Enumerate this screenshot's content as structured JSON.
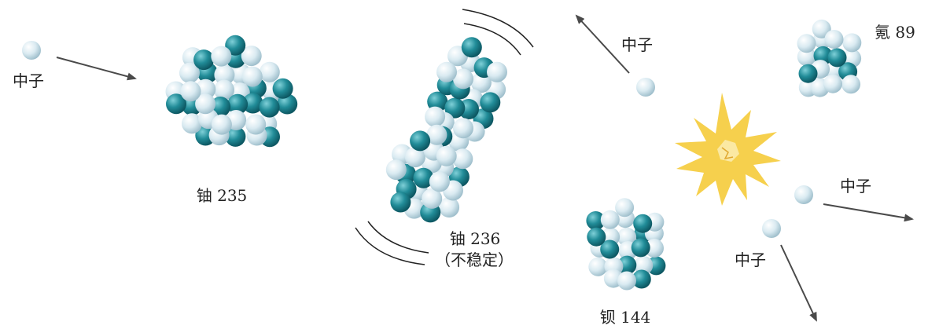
{
  "labels": {
    "neutron_incoming": "中子",
    "uranium235": "铀 235",
    "uranium236": "铀 236",
    "unstable": "（不稳定）",
    "neutron_top": "中子",
    "krypton": "氪 89",
    "neutron_right": "中子",
    "neutron_bottom": "中子",
    "barium": "钡 144"
  },
  "colors": {
    "teal_nucleon": "#1f8a96",
    "light_nucleon": "#d6e8f0",
    "arrow": "#4a4a4a",
    "flash": "#f6d04d",
    "text": "#222222"
  },
  "icons": {
    "flash": "explosion-burst-icon",
    "arrow": "arrow-icon"
  }
}
